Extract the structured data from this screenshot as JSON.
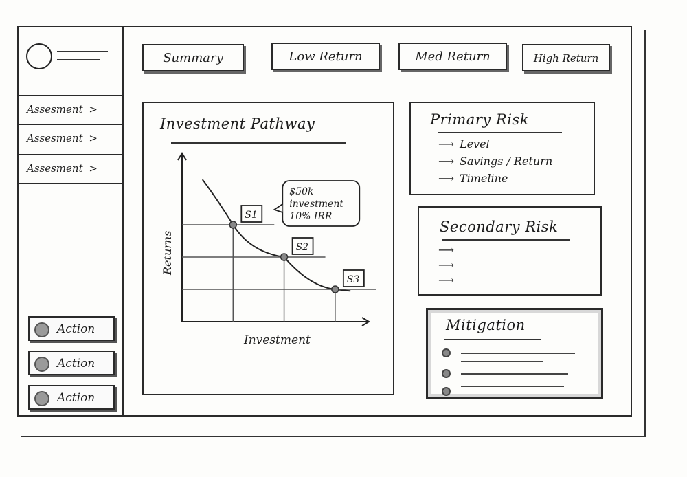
{
  "sidebar": {
    "logo_icon": "logo-circle-icon",
    "items": [
      {
        "label": "Assesment",
        "chevron": ">"
      },
      {
        "label": "Assesment",
        "chevron": ">"
      },
      {
        "label": "Assesment",
        "chevron": ">"
      }
    ],
    "actions": [
      {
        "label": "Action"
      },
      {
        "label": "Action"
      },
      {
        "label": "Action"
      }
    ]
  },
  "tabs": [
    {
      "label": "Summary"
    },
    {
      "label": "Low Return"
    },
    {
      "label": "Med Return"
    },
    {
      "label": "High Return"
    }
  ],
  "investment_panel": {
    "title": "Investment Pathway"
  },
  "chart_data": {
    "type": "line",
    "xlabel": "Investment",
    "ylabel": "Returns",
    "points": [
      {
        "label": "S1",
        "x": 1,
        "y": 3
      },
      {
        "label": "S2",
        "x": 2,
        "y": 2
      },
      {
        "label": "S3",
        "x": 3,
        "y": 1
      }
    ],
    "callout": {
      "target": "S1",
      "lines": [
        "$50k",
        "investment",
        "10% IRR"
      ]
    },
    "xlim": [
      0,
      3.5
    ],
    "ylim": [
      0,
      5
    ]
  },
  "primary_risk": {
    "title": "Primary Risk",
    "items": [
      "Level",
      "Savings / Return",
      "Timeline"
    ]
  },
  "secondary_risk": {
    "title": "Secondary Risk",
    "items": [
      "",
      "",
      ""
    ]
  },
  "mitigation": {
    "title": "Mitigation",
    "items": [
      "",
      "",
      ""
    ]
  }
}
